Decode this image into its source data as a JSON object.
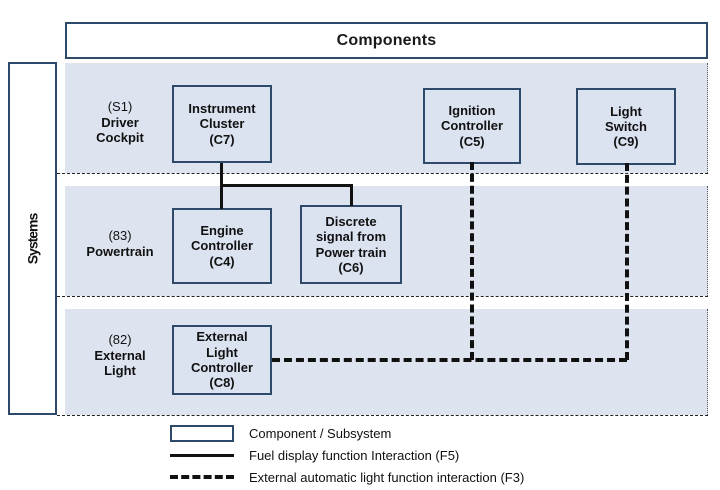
{
  "header": {
    "title": "Components"
  },
  "axis": {
    "systems_label": "Systems"
  },
  "rows": [
    {
      "code": "(S1)",
      "name": "Driver\nCockpit",
      "name_line1": "Driver",
      "name_line2": "Cockpit"
    },
    {
      "code": "(83)",
      "name": "Powertrain",
      "name_line1": "Powertrain",
      "name_line2": ""
    },
    {
      "code": "(82)",
      "name": "External Light",
      "name_line1": "External",
      "name_line2": "Light"
    }
  ],
  "components": [
    {
      "id": "C7",
      "label": "Instrument\nCluster\n(C7)",
      "row": "(S1)"
    },
    {
      "id": "C5",
      "label": "Ignition\nController\n(C5)",
      "row": "(S1)"
    },
    {
      "id": "C9",
      "label": "Light\nSwitch\n(C9)",
      "row": "(S1)"
    },
    {
      "id": "C4",
      "label": "Engine\nController\n(C4)",
      "row": "(83)"
    },
    {
      "id": "C6",
      "label": "Discrete\nsignal from\nPower train\n(C6)",
      "row": "(83)"
    },
    {
      "id": "C8",
      "label": "External\nLight\nController\n(C8)",
      "row": "(82)"
    }
  ],
  "legend": [
    {
      "key": "box-key",
      "text": "Component / Subsystem"
    },
    {
      "key": "solid-key",
      "text": "Fuel display function Interaction (F5)"
    },
    {
      "key": "dashdot-key",
      "text": "External automatic light function interaction (F3)"
    }
  ],
  "colors": {
    "border": "#2e4a6b",
    "band": "#dde3ef",
    "box_fill": "#dbe3f1",
    "line": "#111111",
    "page": "#ffffff"
  }
}
